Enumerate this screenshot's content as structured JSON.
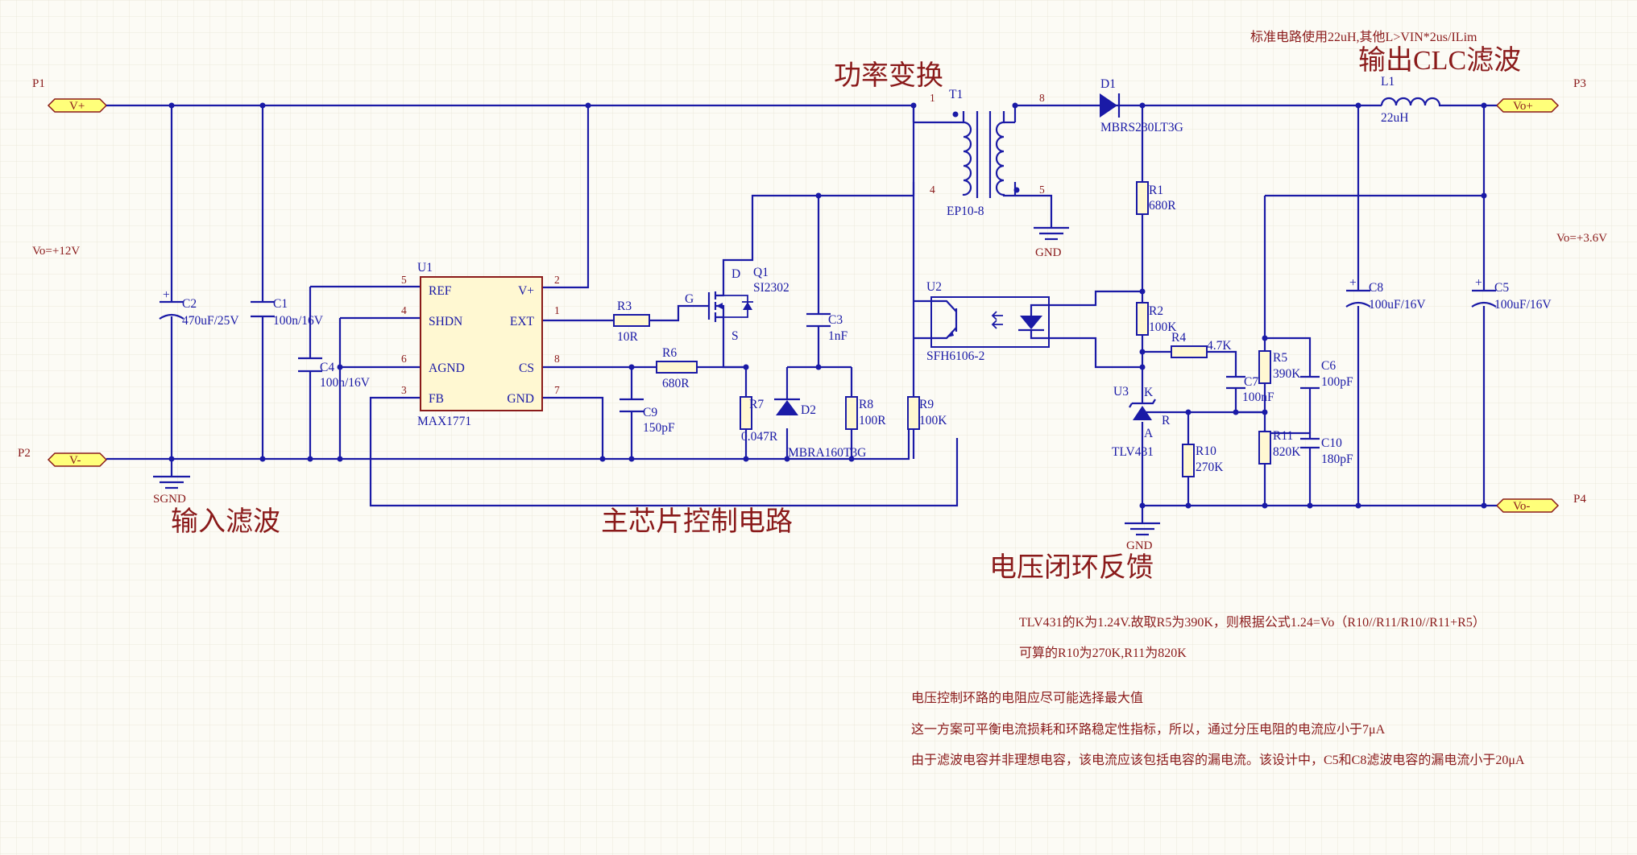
{
  "ports": {
    "p1": "P1",
    "p2": "P2",
    "p3": "P3",
    "p4": "P4",
    "vin_plus": "V+",
    "vin_minus": "V-",
    "vo_plus": "Vo+",
    "vo_minus": "Vo-"
  },
  "voltages": {
    "input": "Vo=+12V",
    "output": "Vo=+3.6V"
  },
  "grounds": {
    "sgnd": "SGND",
    "gnd1": "GND",
    "gnd2": "GND"
  },
  "sections": {
    "input_filter": "输入滤波",
    "power_conversion": "功率变换",
    "output_filter": "输出CLC滤波",
    "control": "主芯片控制电路",
    "feedback": "电压闭环反馈"
  },
  "top_note": "标准电路使用22uH,其他L>VIN*2us/ILim",
  "u1": {
    "ref": "U1",
    "part": "MAX1771",
    "pins_left": [
      "REF",
      "SHDN",
      "AGND",
      "FB"
    ],
    "pins_right": [
      "V+",
      "EXT",
      "CS",
      "GND"
    ],
    "pin_numbers_left": [
      "5",
      "4",
      "6",
      "3"
    ],
    "pin_numbers_right": [
      "2",
      "1",
      "8",
      "7"
    ]
  },
  "u2": {
    "ref": "U2",
    "part": "SFH6106-2"
  },
  "u3": {
    "ref": "U3",
    "part": "TLV431",
    "k": "K",
    "a": "A",
    "r": "R"
  },
  "t1": {
    "ref": "T1",
    "part": "EP10-8",
    "pins": [
      "1",
      "4",
      "8",
      "5"
    ]
  },
  "q1": {
    "ref": "Q1",
    "part": "SI2302",
    "d": "D",
    "g": "G",
    "s": "S"
  },
  "d1": {
    "ref": "D1",
    "part": "MBRS230LT3G"
  },
  "d2": {
    "ref": "D2",
    "part": "MBRA160T3G"
  },
  "l1": {
    "ref": "L1",
    "value": "22uH"
  },
  "caps": {
    "c1": {
      "ref": "C1",
      "value": "100n/16V"
    },
    "c2": {
      "ref": "C2",
      "value": "470uF/25V"
    },
    "c3": {
      "ref": "C3",
      "value": "1nF"
    },
    "c4": {
      "ref": "C4",
      "value": "100n/16V"
    },
    "c5": {
      "ref": "C5",
      "value": "100uF/16V"
    },
    "c6": {
      "ref": "C6",
      "value": "100pF"
    },
    "c7": {
      "ref": "C7",
      "value": "100nF"
    },
    "c8": {
      "ref": "C8",
      "value": "100uF/16V"
    },
    "c9": {
      "ref": "C9",
      "value": "150pF"
    },
    "c10": {
      "ref": "C10",
      "value": "180pF"
    }
  },
  "resistors": {
    "r1": {
      "ref": "R1",
      "value": "680R"
    },
    "r2": {
      "ref": "R2",
      "value": "100K"
    },
    "r3": {
      "ref": "R3",
      "value": "10R"
    },
    "r4": {
      "ref": "R4",
      "value": "4.7K"
    },
    "r5": {
      "ref": "R5",
      "value": "390K"
    },
    "r6": {
      "ref": "R6",
      "value": "680R"
    },
    "r7": {
      "ref": "R7",
      "value": "0.047R"
    },
    "r8": {
      "ref": "R8",
      "value": "100R"
    },
    "r9": {
      "ref": "R9",
      "value": "100K"
    },
    "r10": {
      "ref": "R10",
      "value": "270K"
    },
    "r11": {
      "ref": "R11",
      "value": "820K"
    }
  },
  "notes": {
    "formula_1": "TLV431的K为1.24V.故取R5为390K，则根据公式1.24=Vo（R10//R11/R10//R11+R5）",
    "formula_2": "可算的R10为270K,R11为820K",
    "design_1": "电压控制环路的电阻应尽可能选择最大值",
    "design_2": "这一方案可平衡电流损耗和环路稳定性指标，所以，通过分压电阻的电流应小于7μA",
    "design_3": "由于滤波电容并非理想电容，该电流应该包括电容的漏电流。该设计中，C5和C8滤波电容的漏电流小于20μA"
  },
  "colors": {
    "wire": "#1a1aa6",
    "text": "#8a1a1a",
    "chip": "#fff8d2",
    "port": "#ffff7a",
    "background": "#fcfbf5"
  }
}
